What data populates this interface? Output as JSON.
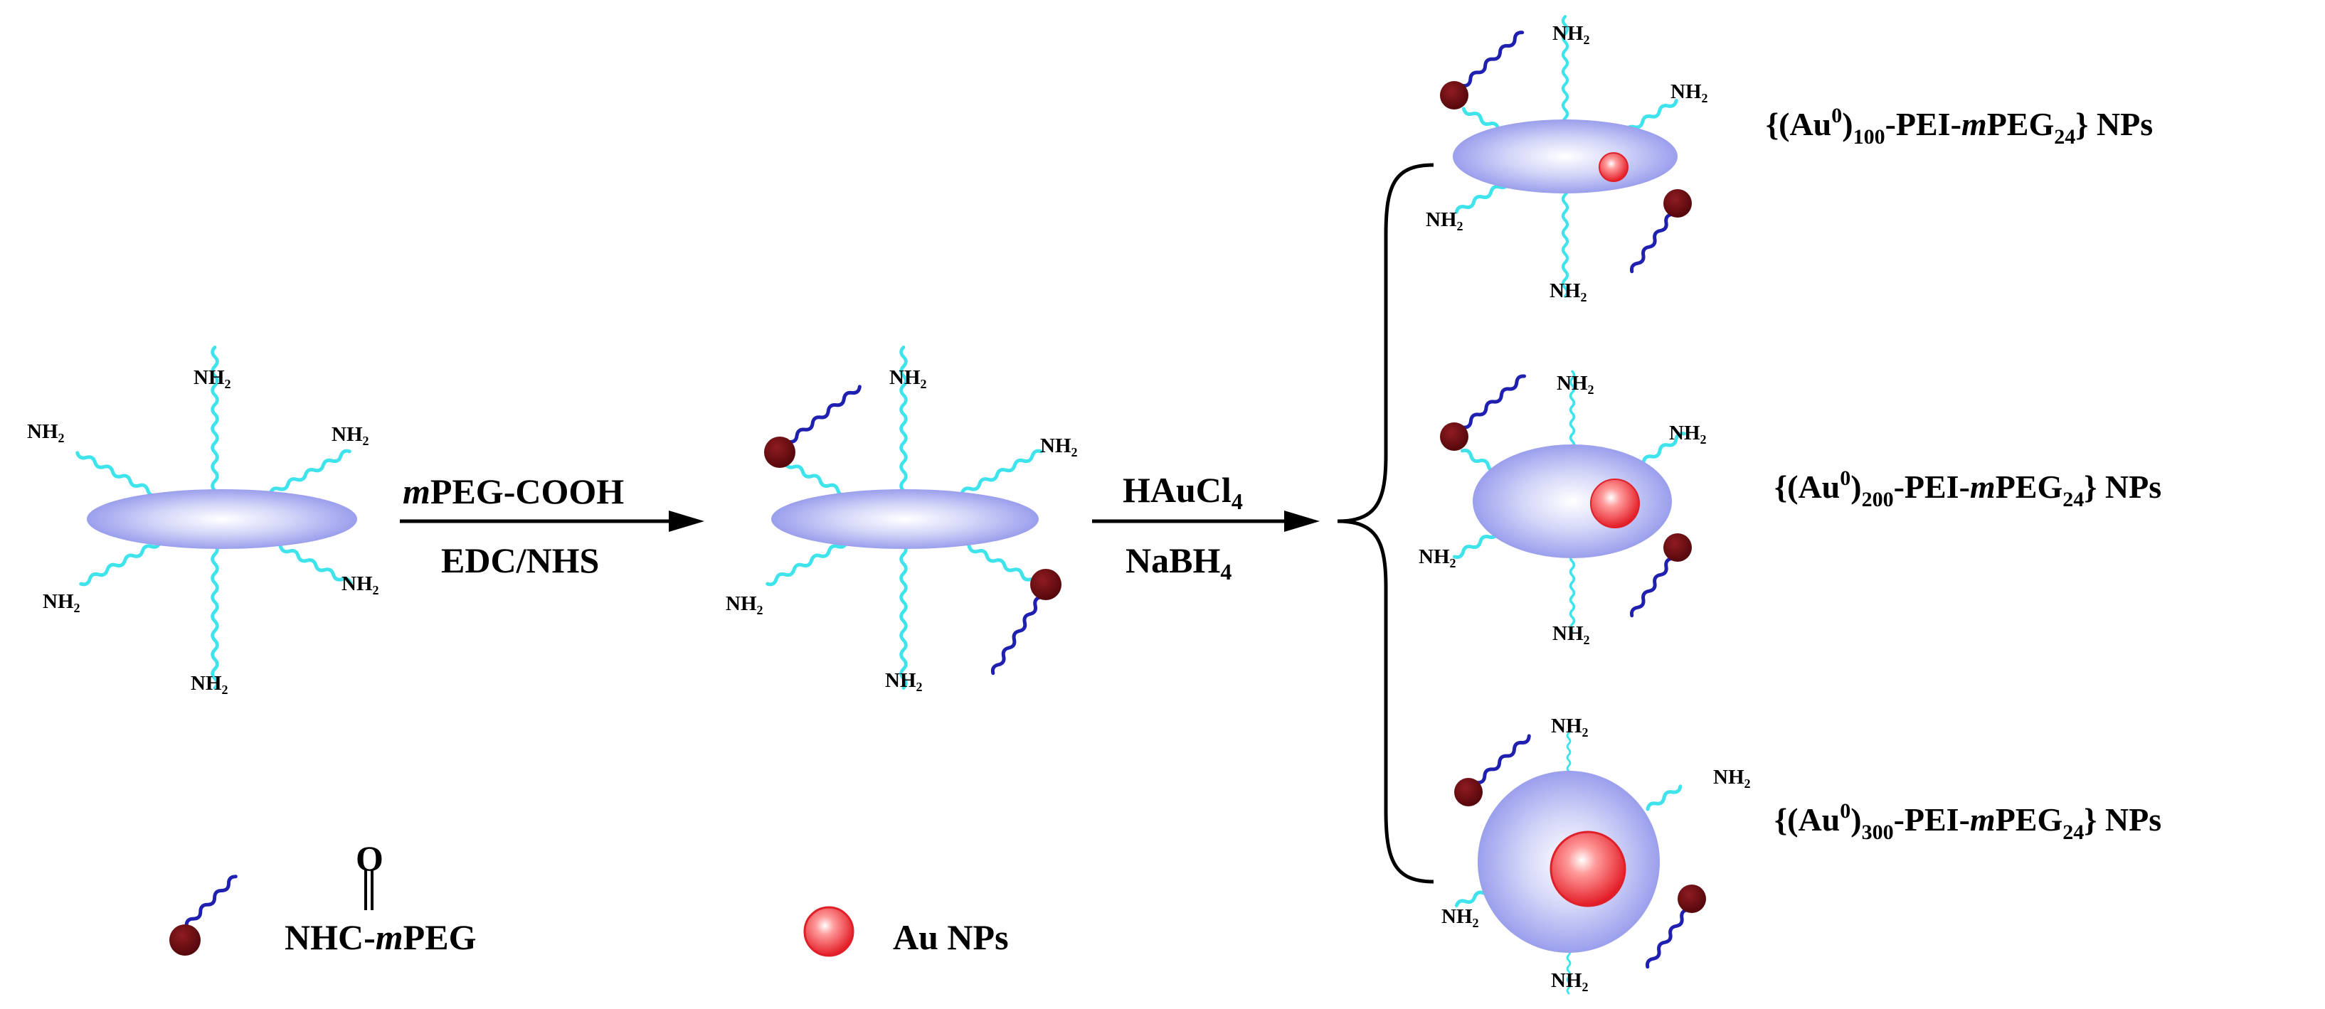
{
  "amine_label": {
    "main": "NH",
    "sub": "2"
  },
  "step1": {
    "reagent_top_prefix": "m",
    "reagent_top_rest": "PEG-COOH",
    "reagent_bottom": "EDC/NHS"
  },
  "step2": {
    "reagent_top_main": "HAuCl",
    "reagent_top_sub": "4",
    "reagent_bottom_main": "NaBH",
    "reagent_bottom_sub": "4"
  },
  "products": [
    {
      "open": "{(Au",
      "sup": "0",
      "close": ")",
      "sub": "100",
      "mid": "-PEI-",
      "m": "m",
      "peg": "PEG",
      "peg_sub": "24",
      "tail": "} NPs"
    },
    {
      "open": "{(Au",
      "sup": "0",
      "close": ")",
      "sub": "200",
      "mid": "-PEI-",
      "m": "m",
      "peg": "PEG",
      "peg_sub": "24",
      "tail": "} NPs"
    },
    {
      "open": "{(Au",
      "sup": "0",
      "close": ")",
      "sub": "300",
      "mid": "-PEI-",
      "m": "m",
      "peg": "PEG",
      "peg_sub": "24",
      "tail": "} NPs"
    }
  ],
  "legend": {
    "peg": {
      "nhc": "NHC",
      "carbonyl_o": "O",
      "dash": "-",
      "m": "m",
      "rest": "PEG"
    },
    "au": "Au NPs"
  },
  "colors": {
    "pei_body": "#9fa3ef",
    "pei_chain": "#3ee3ec",
    "peg_chain": "#1f1fb0",
    "peg_bead": "#6b0c10",
    "au_np": "#e8202a"
  }
}
